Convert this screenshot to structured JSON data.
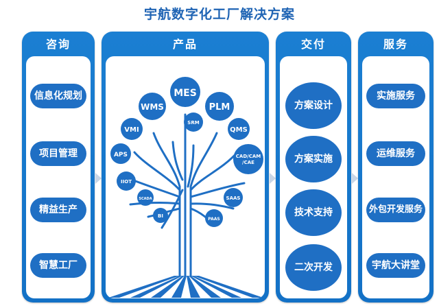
{
  "title": "宇航数字化工厂解决方案",
  "columns": {
    "consult": {
      "header": "咨询",
      "items": [
        "信息化规划",
        "项目管理",
        "精益生产",
        "智慧工厂"
      ]
    },
    "product": {
      "header": "产品",
      "nodes": {
        "mes": "MES",
        "wms": "WMS",
        "plm": "PLM",
        "vmi": "VMI",
        "srm": "SRM",
        "qms": "QMS",
        "aps": "APS",
        "cad1": "CAD/CAM",
        "cad2": "/CAE",
        "iiot": "IIOT",
        "scada": "SCADA",
        "saas": "SAAS",
        "bi": "BI",
        "paas": "PAAS"
      }
    },
    "deliver": {
      "header": "交付",
      "items": [
        "方案设计",
        "方案实施",
        "技术支持",
        "二次开发"
      ]
    },
    "service": {
      "header": "服务",
      "items": [
        "实施服务",
        "运维服务",
        "外包开发服务",
        "宇航大讲堂"
      ]
    }
  },
  "colors": {
    "primary": "#1f6fc4",
    "header_bg": "#1b7fd2",
    "arrow": "#c9d6e6"
  }
}
